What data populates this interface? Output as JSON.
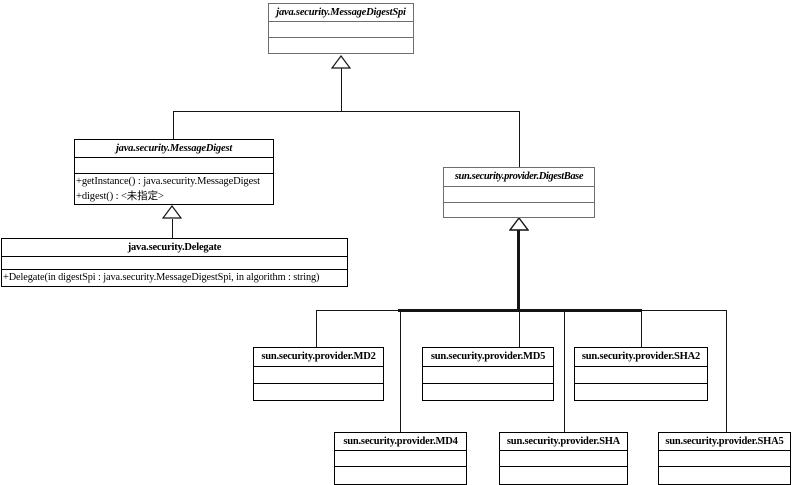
{
  "diagram": {
    "type": "uml-class-diagram",
    "background_color": "#ffffff",
    "line_color": "#141414",
    "thick_trunk_color": "#000000"
  },
  "classes": [
    {
      "id": "spi",
      "title": "java.security.MessageDigestSpi",
      "abstract": true,
      "attributes": [],
      "methods": []
    },
    {
      "id": "messagedigest",
      "title": "java.security.MessageDigest",
      "abstract": true,
      "attributes": [],
      "methods": [
        "+getInstance() : java.security.MessageDigest",
        "+digest() : <未指定>"
      ]
    },
    {
      "id": "digestbase",
      "title": "sun.security.provider.DigestBase",
      "abstract": true,
      "attributes": [],
      "methods": []
    },
    {
      "id": "delegate",
      "title": "java.security.Delegate",
      "abstract": false,
      "attributes": [],
      "methods": [
        "+Delegate(in digestSpi : java.security.MessageDigestSpi, in algorithm : string)"
      ]
    },
    {
      "id": "md2",
      "title": "sun.security.provider.MD2",
      "abstract": false,
      "attributes": [],
      "methods": []
    },
    {
      "id": "md5",
      "title": "sun.security.provider.MD5",
      "abstract": false,
      "attributes": [],
      "methods": []
    },
    {
      "id": "sha2",
      "title": "sun.security.provider.SHA2",
      "abstract": false,
      "attributes": [],
      "methods": []
    },
    {
      "id": "md4",
      "title": "sun.security.provider.MD4",
      "abstract": false,
      "attributes": [],
      "methods": []
    },
    {
      "id": "sha",
      "title": "sun.security.provider.SHA",
      "abstract": false,
      "attributes": [],
      "methods": []
    },
    {
      "id": "sha5",
      "title": "sun.security.provider.SHA5",
      "abstract": false,
      "attributes": [],
      "methods": []
    }
  ],
  "relationships": [
    {
      "type": "generalization",
      "from": "java.security.MessageDigest",
      "to": "java.security.MessageDigestSpi"
    },
    {
      "type": "generalization",
      "from": "sun.security.provider.DigestBase",
      "to": "java.security.MessageDigestSpi"
    },
    {
      "type": "generalization",
      "from": "java.security.Delegate",
      "to": "java.security.MessageDigest"
    },
    {
      "type": "generalization",
      "from": "sun.security.provider.MD2",
      "to": "sun.security.provider.DigestBase"
    },
    {
      "type": "generalization",
      "from": "sun.security.provider.MD4",
      "to": "sun.security.provider.DigestBase"
    },
    {
      "type": "generalization",
      "from": "sun.security.provider.MD5",
      "to": "sun.security.provider.DigestBase"
    },
    {
      "type": "generalization",
      "from": "sun.security.provider.SHA",
      "to": "sun.security.provider.DigestBase"
    },
    {
      "type": "generalization",
      "from": "sun.security.provider.SHA2",
      "to": "sun.security.provider.DigestBase"
    },
    {
      "type": "generalization",
      "from": "sun.security.provider.SHA5",
      "to": "sun.security.provider.DigestBase"
    }
  ]
}
